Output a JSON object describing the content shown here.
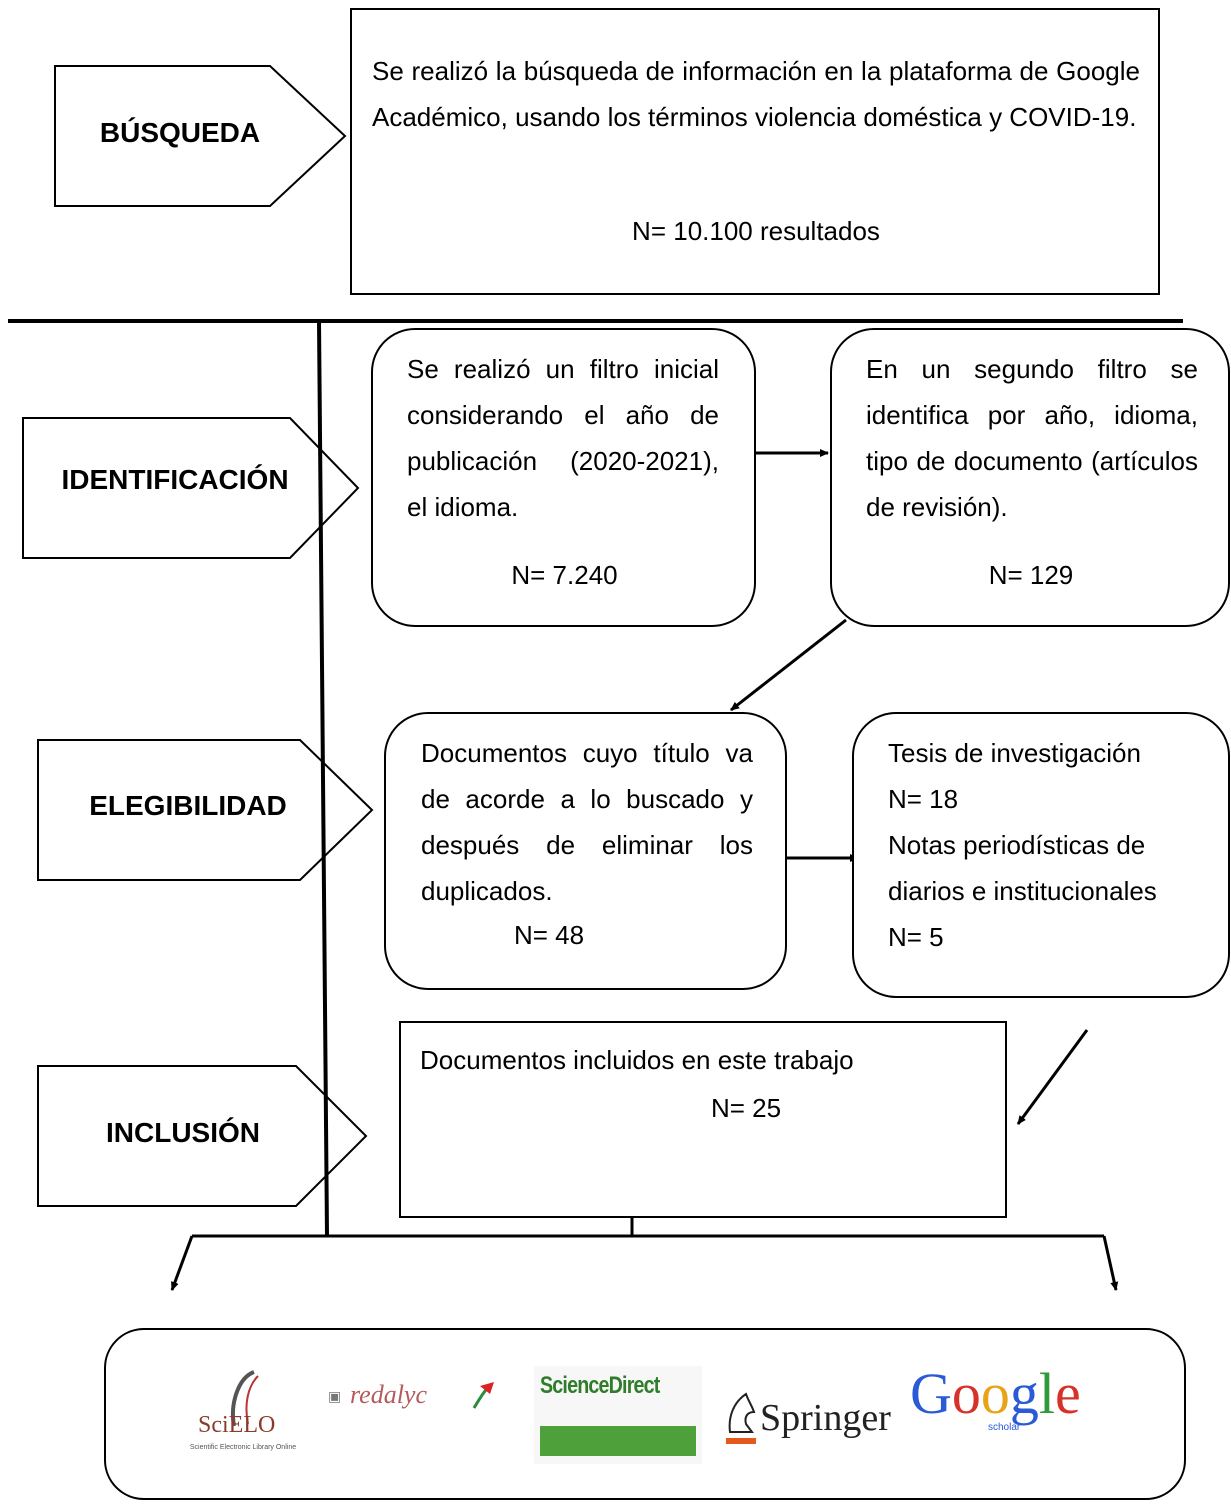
{
  "stages": {
    "busqueda": "BÚSQUEDA",
    "identificacion": "IDENTIFICACIÓN",
    "elegibilidad": "ELEGIBILIDAD",
    "inclusion": "INCLUSIÓN"
  },
  "busqueda_box": {
    "text": "Se realizó la búsqueda de información en la plataforma de Google Académico, usando los términos violencia doméstica y COVID-19.",
    "count": "N= 10.100 resultados"
  },
  "filtro_inicial": {
    "text": "Se realizó un filtro inicial considerando el año de publicación (2020-2021), el idioma.",
    "count": "N= 7.240"
  },
  "segundo_filtro": {
    "text": "En un segundo filtro se identifica por año, idioma, tipo de documento (artículos de revisión).",
    "count": "N= 129"
  },
  "documentos_titulo": {
    "text": "Documentos cuyo título va de acorde a lo buscado y después de eliminar los duplicados.",
    "count": "N= 48"
  },
  "otros_documentos": {
    "line1": "Tesis de investigación",
    "line2": "N= 18",
    "line3": "Notas periodísticas de",
    "line4": "diarios e institucionales",
    "line5": "N= 5"
  },
  "inclusion_box": {
    "text": "Documentos incluidos en este trabajo",
    "count": "N= 25"
  },
  "databases": {
    "scielo": "SciELO",
    "scielo_sub": "Scientific Electronic Library Online",
    "redalyc": "redalyc",
    "sciencedirect": "ScienceDirect",
    "springer": "Springer",
    "google": "Google",
    "google_sub": "scholar"
  }
}
